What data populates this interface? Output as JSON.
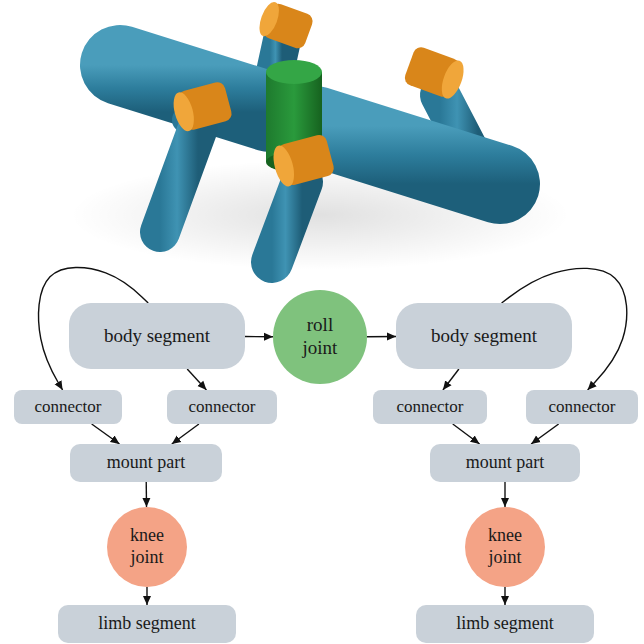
{
  "diagram": {
    "nodes": [
      {
        "text": [
          "body segment"
        ]
      },
      {
        "text": [
          "roll joint"
        ]
      },
      {
        "text": [
          "body segment"
        ]
      },
      {
        "text": [
          "connector"
        ]
      },
      {
        "text": [
          "connector"
        ]
      },
      {
        "text": [
          "connector"
        ]
      },
      {
        "text": [
          "connector"
        ]
      },
      {
        "text": [
          "mount part"
        ]
      },
      {
        "text": [
          "mount part"
        ]
      },
      {
        "text": [
          "knee joint"
        ]
      },
      {
        "text": [
          "knee joint"
        ]
      },
      {
        "text": [
          "limb segment"
        ]
      },
      {
        "text": [
          "limb segment"
        ]
      }
    ],
    "edges": [
      {
        "from": 0,
        "to": 1,
        "arrow": "to"
      },
      {
        "from": 1,
        "to": 2,
        "arrow": "to"
      },
      {
        "from": 0,
        "to": 3,
        "arrow": "to"
      },
      {
        "from": 0,
        "to": 4,
        "arrow": "to"
      },
      {
        "from": 2,
        "to": 5,
        "arrow": "to"
      },
      {
        "from": 2,
        "to": 6,
        "arrow": "to"
      },
      {
        "from": 3,
        "to": 7,
        "arrow": "to"
      },
      {
        "from": 4,
        "to": 7,
        "arrow": "to"
      },
      {
        "from": 5,
        "to": 8,
        "arrow": "to"
      },
      {
        "from": 6,
        "to": 8,
        "arrow": "to"
      },
      {
        "from": 7,
        "to": 9,
        "arrow": "to"
      },
      {
        "from": 9,
        "to": 11,
        "arrow": "to"
      },
      {
        "from": 8,
        "to": 10,
        "arrow": "to"
      },
      {
        "from": 10,
        "to": 12,
        "arrow": "to"
      }
    ]
  }
}
